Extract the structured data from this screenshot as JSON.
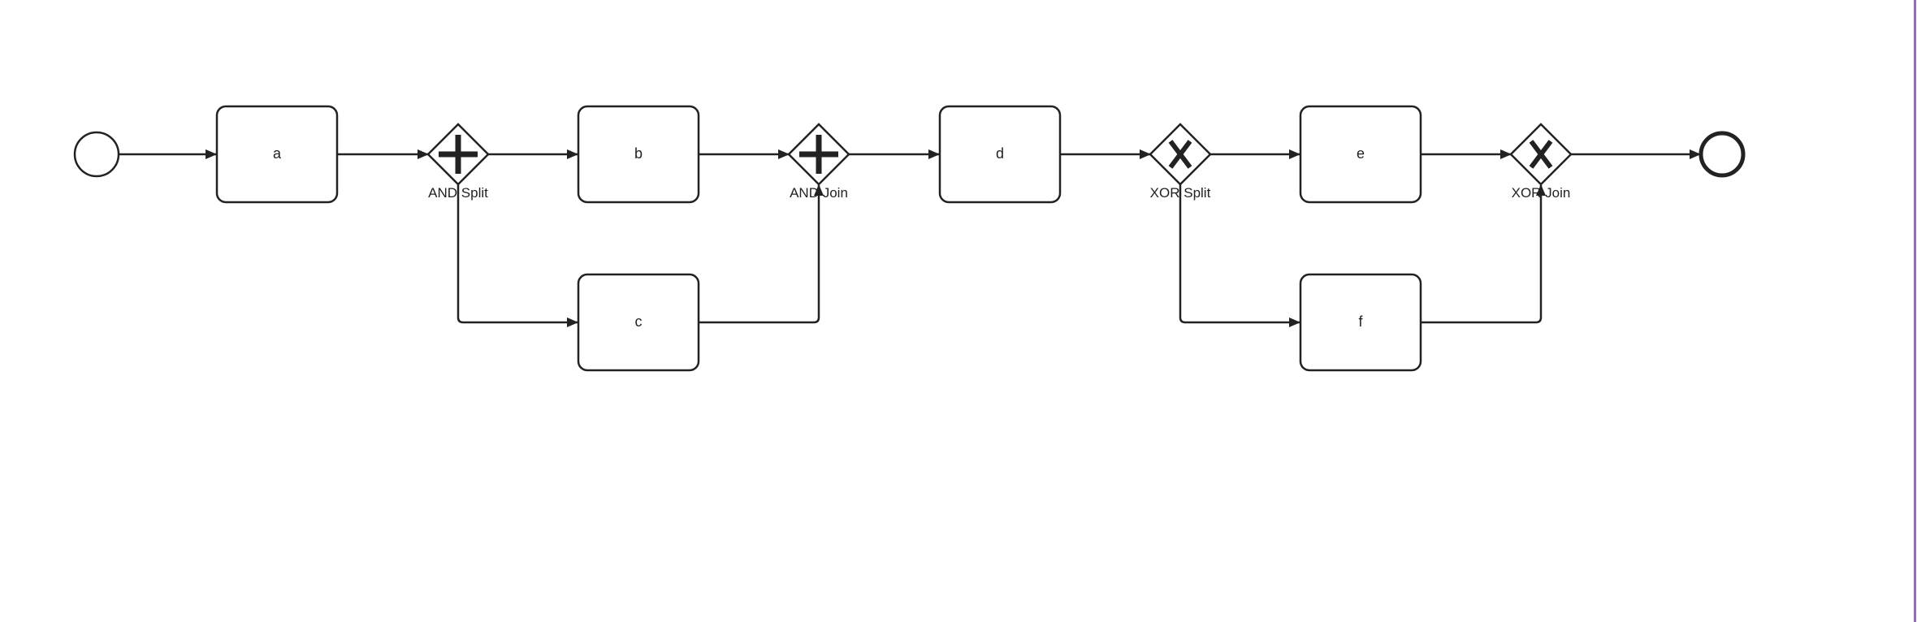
{
  "diagram": {
    "type": "bpmn-process",
    "stroke_color": "#222222",
    "fill_color": "#ffffff",
    "tasks": {
      "a": "a",
      "b": "b",
      "c": "c",
      "d": "d",
      "e": "e",
      "f": "f"
    },
    "gateways": {
      "and_split": {
        "kind": "parallel",
        "label": "AND Split"
      },
      "and_join": {
        "kind": "parallel",
        "label": "AND Join"
      },
      "xor_split": {
        "kind": "exclusive",
        "label": "XOR Split"
      },
      "xor_join": {
        "kind": "exclusive",
        "label": "XOR Join"
      }
    },
    "events": {
      "start": "start-event",
      "end": "end-event"
    }
  }
}
